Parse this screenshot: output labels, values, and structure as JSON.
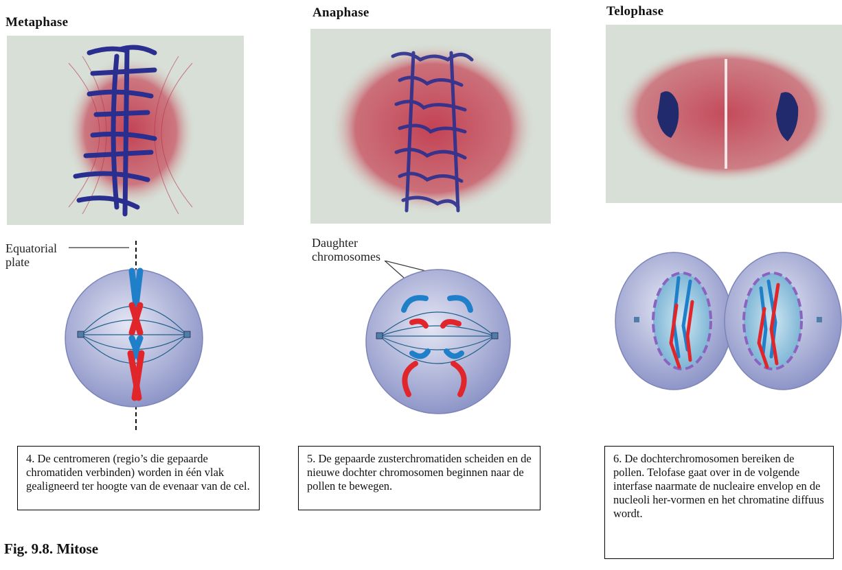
{
  "phases": [
    {
      "title": "Metaphase",
      "label": [
        "Equatorial",
        "plate"
      ],
      "caption": "4. De centromeren (regio’s die gepaarde chromatiden verbinden) worden in één vlak gealigneerd ter hoogte van de evenaar van de cel."
    },
    {
      "title": "Anaphase",
      "label": [
        "Daughter",
        "chromosomes"
      ],
      "caption": "5. De gepaarde zusterchromatiden scheiden en de nieuwe dochter chromosomen beginnen naar de pollen te bewegen."
    },
    {
      "title": "Telophase",
      "caption": "6. De dochterchromosomen bereiken de pollen. Telofase gaat over in de volgende interfase naarmate de nucleaire envelop en de nucleoli her-vormen en het chromatine diffuus wordt."
    }
  ],
  "figure_title": "Fig. 9.8. Mitose",
  "colors": {
    "spindle_red": "#c23a4d",
    "chromosome_blue": "#2a2f8f",
    "cell_fill": "#aab0d8",
    "diag_red": "#e0262b",
    "diag_blue": "#1f7fc8",
    "micro_bg": "#d7dfd6"
  }
}
